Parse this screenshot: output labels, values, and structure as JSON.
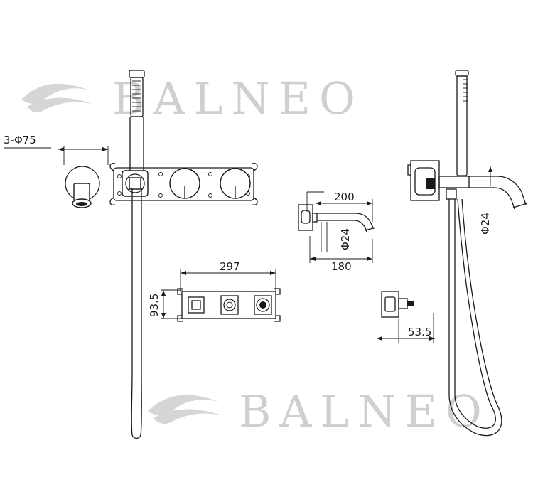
{
  "watermarks": [
    "BALNEO",
    "BALNEO"
  ],
  "dimensions": {
    "flange_diameter": "3-Φ75",
    "spout_reach": "200",
    "spout_diameter_small": "Φ24",
    "spout_projection": "180",
    "box_width": "297",
    "box_height": "93.5",
    "valve_depth": "53.5",
    "spout_diameter_large": "Φ24"
  }
}
